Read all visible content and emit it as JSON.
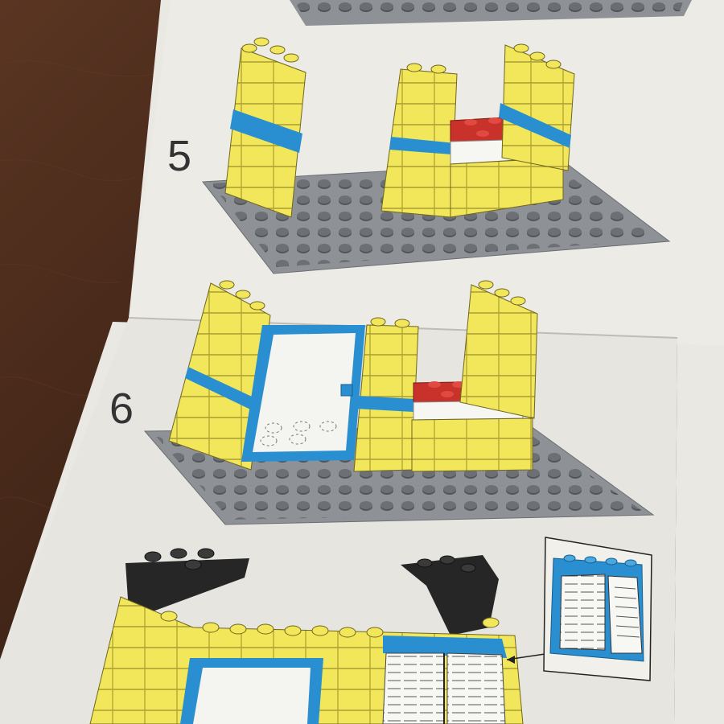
{
  "steps": [
    {
      "number": "5"
    },
    {
      "number": "6"
    }
  ],
  "colors": {
    "table": "#4a2c1c",
    "paper": "#ecebe6",
    "baseplate": "#8e9196",
    "stud": "#4e5156",
    "yellow": "#f2e65a",
    "blue": "#2a8fd0",
    "red": "#c8322b",
    "white": "#f6f6f2",
    "black": "#262626"
  },
  "icons": [
    "baseplate",
    "yellow-brick-wall",
    "door-frame",
    "window-with-shutters",
    "red-plate",
    "black-slope-brick"
  ]
}
